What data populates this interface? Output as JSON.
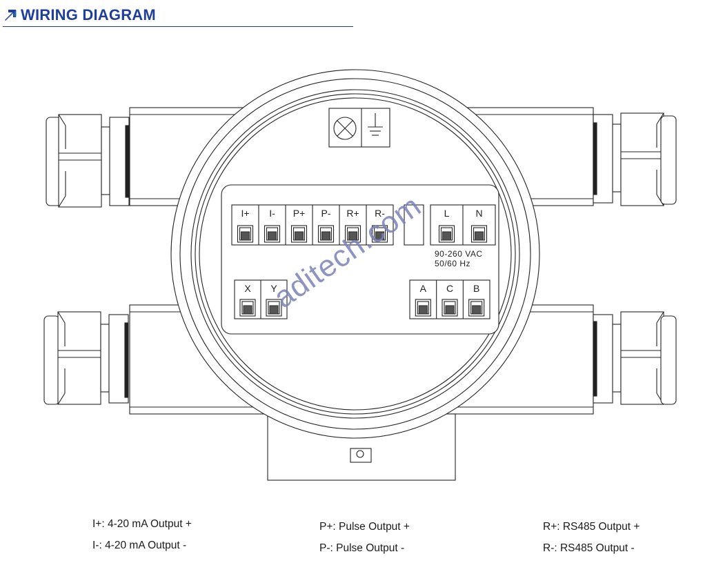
{
  "header": {
    "title": "WIRING DIAGRAM",
    "accent_color": "#1f3f9a",
    "icon": "arrow-up-right-icon"
  },
  "diagram": {
    "top_terminals": [
      "I+",
      "I-",
      "P+",
      "P-",
      "R+",
      "R-"
    ],
    "power_terminals": [
      "L",
      "N"
    ],
    "power_spec_line1": "90-260 VAC",
    "power_spec_line2": "50/60 Hz",
    "xy_terminals": [
      "X",
      "Y"
    ],
    "acb_terminals": [
      "A",
      "C",
      "B"
    ],
    "ground_icon": "ground-icon",
    "screw_icon": "cross-screw-icon"
  },
  "watermark": "aditech.com",
  "legend": {
    "i_plus": "I+: 4-20 mA Output +",
    "i_minus": "I-: 4-20 mA Output -",
    "p_plus": "P+: Pulse Output +",
    "p_minus": "P-: Pulse Output -",
    "r_plus": "R+: RS485 Output +",
    "r_minus": "R-: RS485 Output -"
  }
}
